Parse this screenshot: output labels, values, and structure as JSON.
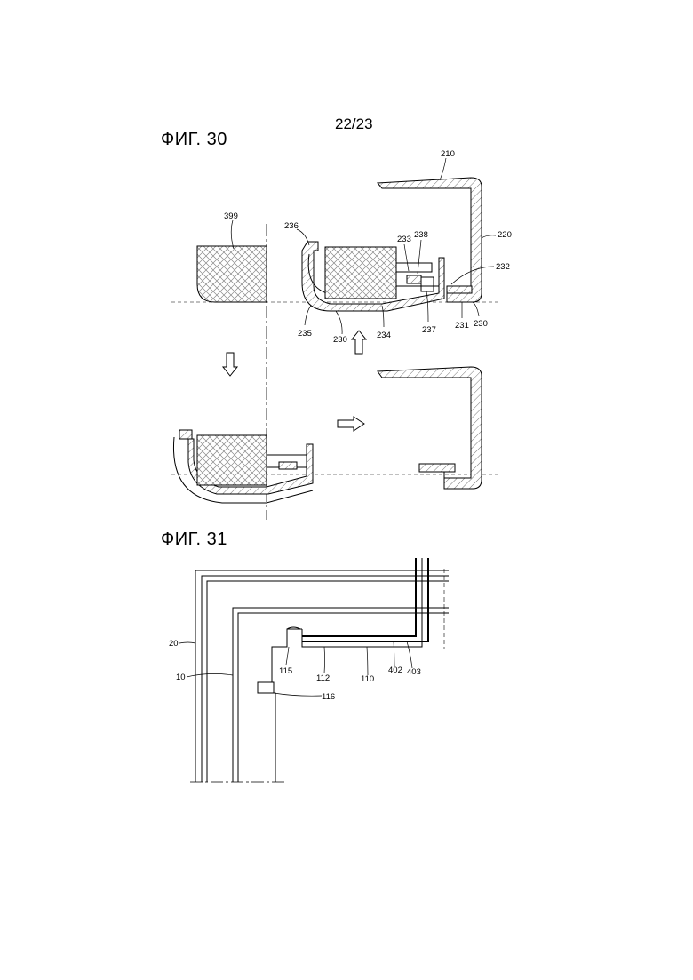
{
  "page": {
    "number": "22/23"
  },
  "fig30": {
    "title": "ФИГ. 30",
    "labels": {
      "l399": "399",
      "l236": "236",
      "l233": "233",
      "l238": "238",
      "l210": "210",
      "l220": "220",
      "l232": "232",
      "l235": "235",
      "l230a": "230",
      "l234": "234",
      "l237": "237",
      "l231": "231",
      "l230b": "230"
    }
  },
  "fig31": {
    "title": "ФИГ. 31",
    "labels": {
      "l20": "20",
      "l10": "10",
      "l115": "115",
      "l112": "112",
      "l110": "110",
      "l402": "402",
      "l403": "403",
      "l116": "116"
    }
  }
}
